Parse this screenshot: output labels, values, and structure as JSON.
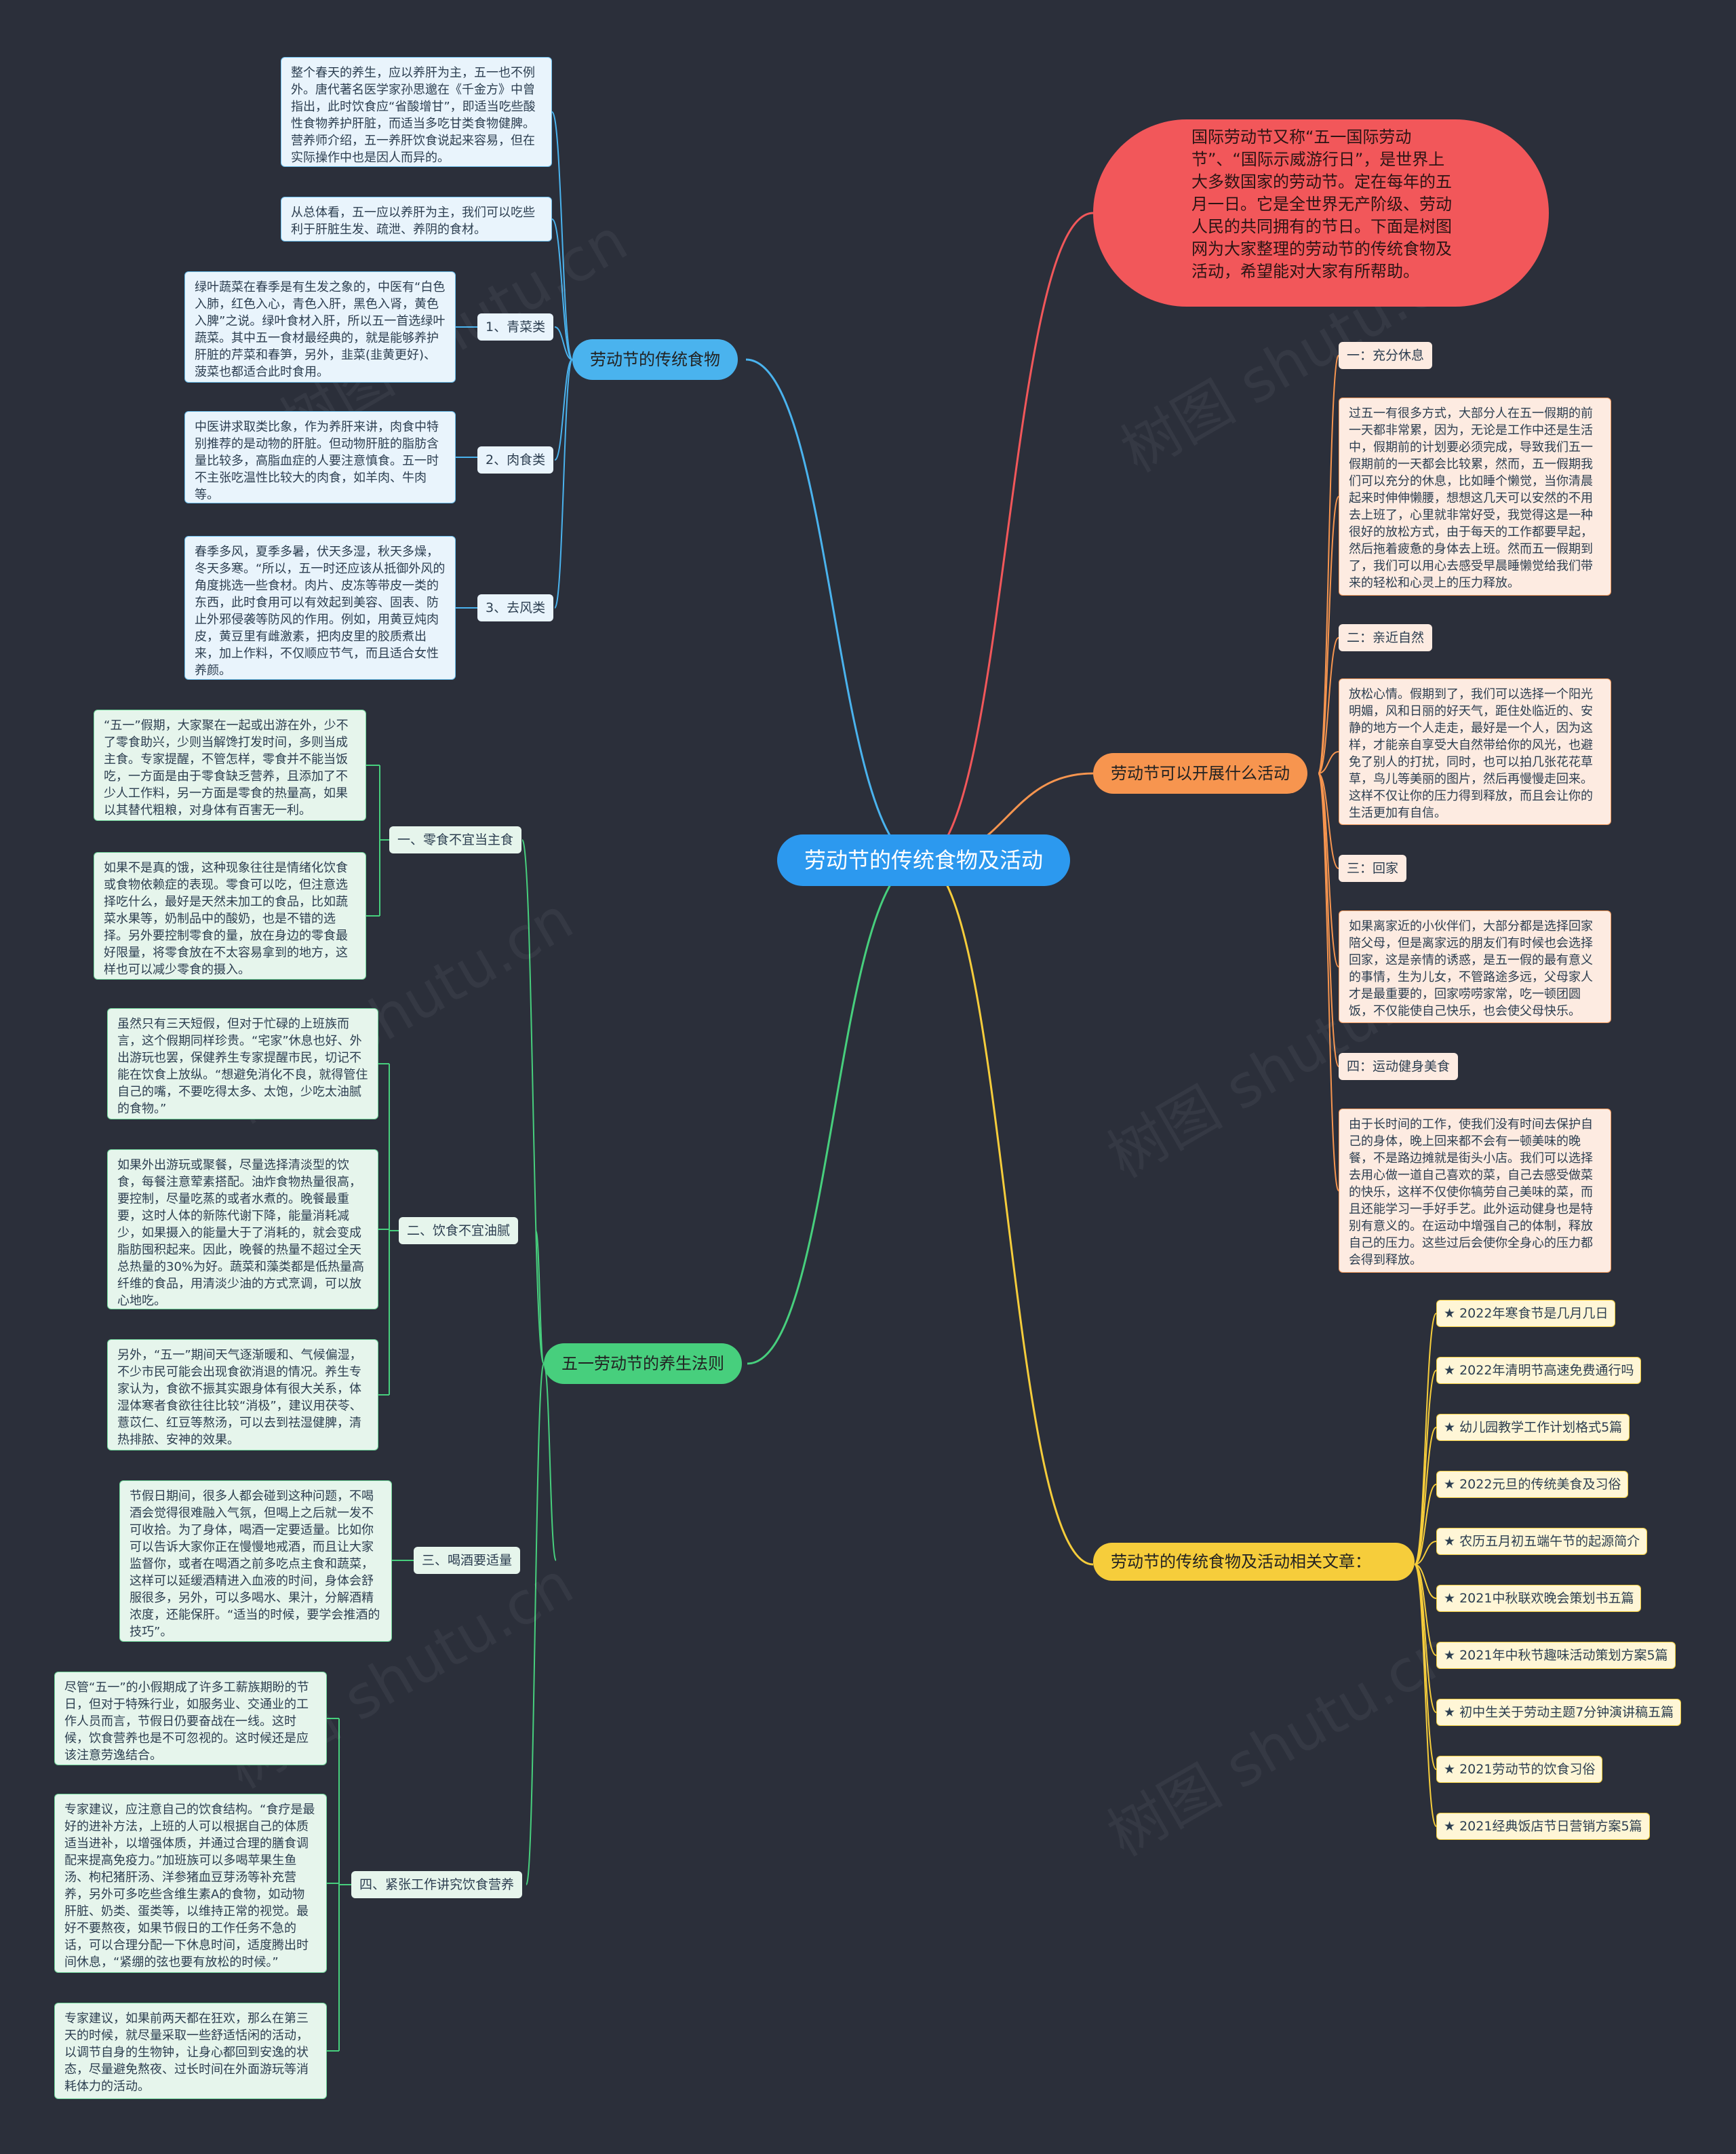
{
  "root": {
    "label": "劳动节的传统食物及活动"
  },
  "intro": {
    "text": "国际劳动节又称“五一国际劳动节”、“国际示威游行日”，是世界上大多数国家的劳动节。定在每年的五月一日。它是全世界无产阶级、劳动人民的共同拥有的节日。下面是树图网为大家整理的劳动节的传统食物及活动，希望能对大家有所帮助。"
  },
  "branch_food": {
    "label": "劳动节的传统食物",
    "intro1": "整个春天的养生，应以养肝为主，五一也不例外。唐代著名医学家孙思邈在《千金方》中曾指出，此时饮食应“省酸增甘”，即适当吃些酸性食物养护肝脏，而适当多吃甘类食物健脾。营养师介绍，五一养肝饮食说起来容易，但在实际操作中也是因人而异的。",
    "intro2": "从总体看，五一应以养肝为主，我们可以吃些利于肝脏生发、疏泄、养阴的食材。",
    "items": [
      {
        "label": "1、青菜类",
        "text": "绿叶蔬菜在春季是有生发之象的，中医有“白色入肺，红色入心，青色入肝，黑色入肾，黄色入脾”之说。绿叶食材入肝，所以五一首选绿叶蔬菜。其中五一食材最经典的，就是能够养护肝脏的芹菜和春笋，另外，韭菜(韭黄更好)、菠菜也都适合此时食用。"
      },
      {
        "label": "2、肉食类",
        "text": "中医讲求取类比象，作为养肝来讲，肉食中特别推荐的是动物的肝脏。但动物肝脏的脂肪含量比较多，高脂血症的人要注意慎食。五一时不主张吃温性比较大的肉食，如羊肉、牛肉等。"
      },
      {
        "label": "3、去风类",
        "text": "春季多风，夏季多暑，伏天多湿，秋天多燥，冬天多寒。“所以，五一时还应该从抵御外风的角度挑选一些食材。肉片、皮冻等带皮一类的东西，此时食用可以有效起到美容、固表、防止外邪侵袭等防风的作用。例如，用黄豆炖肉皮，黄豆里有雌激素，把肉皮里的胶质煮出来，加上作料，不仅顺应节气，而且适合女性养颜。"
      }
    ]
  },
  "branch_health": {
    "label": "五一劳动节的养生法则",
    "items": [
      {
        "label": "一、零食不宜当主食",
        "texts": [
          "“五一”假期，大家聚在一起或出游在外，少不了零食助兴，少则当解馋打发时间，多则当成主食。专家提醒，不管怎样，零食并不能当饭吃，一方面是由于零食缺乏营养，且添加了不少人工作料，另一方面是零食的热量高，如果以其替代粗粮，对身体有百害无一利。",
          "如果不是真的饿，这种现象往往是情绪化饮食或食物依赖症的表现。零食可以吃，但注意选择吃什么，最好是天然未加工的食品，比如蔬菜水果等，奶制品中的酸奶，也是不错的选择。另外要控制零食的量，放在身边的零食最好限量，将零食放在不太容易拿到的地方，这样也可以减少零食的摄入。"
        ]
      },
      {
        "label": "二、饮食不宜油腻",
        "texts": [
          "虽然只有三天短假，但对于忙碌的上班族而言，这个假期同样珍贵。“宅家”休息也好、外出游玩也罢，保健养生专家提醒市民，切记不能在饮食上放纵。“想避免消化不良，就得管住自己的嘴，不要吃得太多、太饱，少吃太油腻的食物。”",
          "如果外出游玩或聚餐，尽量选择清淡型的饮食，每餐注意荤素搭配。油炸食物热量很高，要控制，尽量吃蒸的或者水煮的。晚餐最重要，这时人体的新陈代谢下降，能量消耗减少，如果摄入的能量大于了消耗的，就会变成脂肪囤积起来。因此，晚餐的热量不超过全天总热量的30%为好。蔬菜和藻类都是低热量高纤维的食品，用清淡少油的方式烹调，可以放心地吃。",
          "另外，“五一”期间天气逐渐暖和、气候偏湿，不少市民可能会出现食欲消退的情况。养生专家认为，食欲不振其实跟身体有很大关系，体湿体寒者食欲往往比较“消极”，建议用茯苓、薏苡仁、红豆等熬汤，可以去到祛湿健脾，清热排脓、安神的效果。"
        ]
      },
      {
        "label": "三、喝酒要适量",
        "texts": [
          "节假日期间，很多人都会碰到这种问题，不喝酒会觉得很难融入气氛，但喝上之后就一发不可收拾。为了身体，喝酒一定要适量。比如你可以告诉大家你正在慢慢地戒酒，而且让大家监督你，或者在喝酒之前多吃点主食和蔬菜，这样可以延缓酒精进入血液的时间，身体会舒服很多，另外，可以多喝水、果汁，分解酒精浓度，还能保肝。“适当的时候，要学会推酒的技巧”。"
        ]
      },
      {
        "label": "四、紧张工作讲究饮食营养",
        "texts": [
          "尽管“五一”的小假期成了许多工薪族期盼的节日，但对于特殊行业，如服务业、交通业的工作人员而言，节假日仍要奋战在一线。这时候，饮食营养也是不可忽视的。这时候还是应该注意劳逸结合。",
          "专家建议，应注意自己的饮食结构。“食疗是最好的进补方法，上班的人可以根据自己的体质适当进补，以增强体质，并通过合理的膳食调配来提高免疫力。”加班族可以多喝苹果生鱼汤、枸杞猪肝汤、洋参猪血豆芽汤等补充营养，另外可多吃些含维生素A的食物，如动物肝脏、奶类、蛋类等，以维持正常的视觉。最好不要熬夜，如果节假日的工作任务不急的话，可以合理分配一下休息时间，适度腾出时间休息，“紧绷的弦也要有放松的时候。”",
          "专家建议，如果前两天都在狂欢，那么在第三天的时候，就尽量采取一些舒适恬闲的活动，以调节自身的生物钟，让身心都回到安逸的状态，尽量避免熬夜、过长时间在外面游玩等消耗体力的活动。"
        ]
      }
    ]
  },
  "branch_activity": {
    "label": "劳动节可以开展什么活动",
    "items": [
      {
        "label": "一：充分休息",
        "text": "过五一有很多方式，大部分人在五一假期的前一天都非常累，因为，无论是工作中还是生活中，假期前的计划要必须完成，导致我们五一假期前的一天都会比较累，然而，五一假期我们可以充分的休息，比如睡个懒觉，当你清晨起来时伸伸懒腰，想想这几天可以安然的不用去上班了，心里就非常好受，我觉得这是一种很好的放松方式，由于每天的工作都要早起，然后拖着疲惫的身体去上班。然而五一假期到了，我们可以用心去感受早晨睡懒觉给我们带来的轻松和心灵上的压力释放。"
      },
      {
        "label": "二：亲近自然",
        "text": "放松心情。假期到了，我们可以选择一个阳光明媚，风和日丽的好天气，距住处临近的、安静的地方一个人走走，最好是一个人，因为这样，才能亲自享受大自然带给你的风光，也避免了别人的打扰，同时，也可以拍几张花花草草，鸟儿等美丽的图片，然后再慢慢走回来。这样不仅让你的压力得到释放，而且会让你的生活更加有自信。"
      },
      {
        "label": "三：回家",
        "text": "如果离家近的小伙伴们，大部分都是选择回家陪父母，但是离家远的朋友们有时候也会选择回家，这是亲情的诱惑，是五一假的最有意义的事情，生为儿女，不管路途多远，父母家人才是最重要的，回家唠唠家常，吃一顿团圆饭，不仅能使自己快乐，也会使父母快乐。"
      },
      {
        "label": "四：运动健身美食",
        "text": "由于长时间的工作，使我们没有时间去保护自己的身体，晚上回来都不会有一顿美味的晚餐，不是路边摊就是街头小店。我们可以选择去用心做一道自己喜欢的菜，自己去感受做菜的快乐，这样不仅使你犒劳自己美味的菜，而且还能学习一手好手艺。此外运动健身也是特别有意义的。在运动中增强自己的体制，释放自己的压力。这些过后会使你全身心的压力都会得到释放。"
      }
    ]
  },
  "branch_articles": {
    "label": "劳动节的传统食物及活动相关文章：",
    "star": "★",
    "items": [
      "2022年寒食节是几月几日",
      "2022年清明节高速免费通行吗",
      "幼儿园教学工作计划格式5篇",
      "2022元旦的传统美食及习俗",
      "农历五月初五端午节的起源简介",
      "2021中秋联欢晚会策划书五篇",
      "2021年中秋节趣味活动策划方案5篇",
      "初中生关于劳动主题7分钟演讲稿五篇",
      "2021劳动节的饮食习俗",
      "2021经典饭店节日营销方案5篇"
    ]
  },
  "colors": {
    "background": "#2b2f3a",
    "root": "#2c99ef",
    "intro": "#f2575a",
    "food": "#4ab3ee",
    "health": "#47cf7d",
    "activity": "#f7954f",
    "articles": "#f6cd3b"
  }
}
